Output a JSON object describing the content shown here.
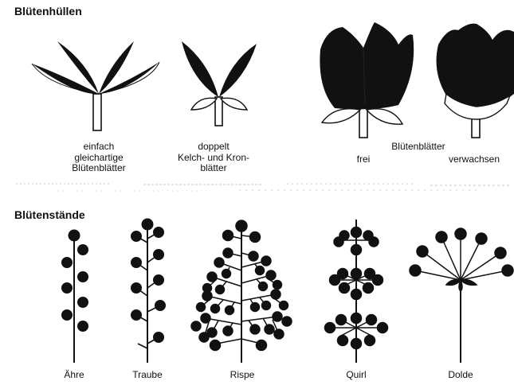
{
  "sections": {
    "perianth": {
      "title": "Blütenhüllen",
      "types": [
        {
          "lines": [
            "einfach",
            "gleichartige",
            "Blütenblätter"
          ]
        },
        {
          "lines": [
            "doppelt",
            "Kelch- und Kron-",
            "blätter"
          ]
        }
      ],
      "petals_group": {
        "title": "Blütenblätter",
        "free": "frei",
        "fused": "verwachsen"
      }
    },
    "inflorescence": {
      "title": "Blütenstände",
      "types": [
        "Ähre",
        "Traube",
        "Rispe",
        "Quirl",
        "Dolde"
      ]
    }
  }
}
